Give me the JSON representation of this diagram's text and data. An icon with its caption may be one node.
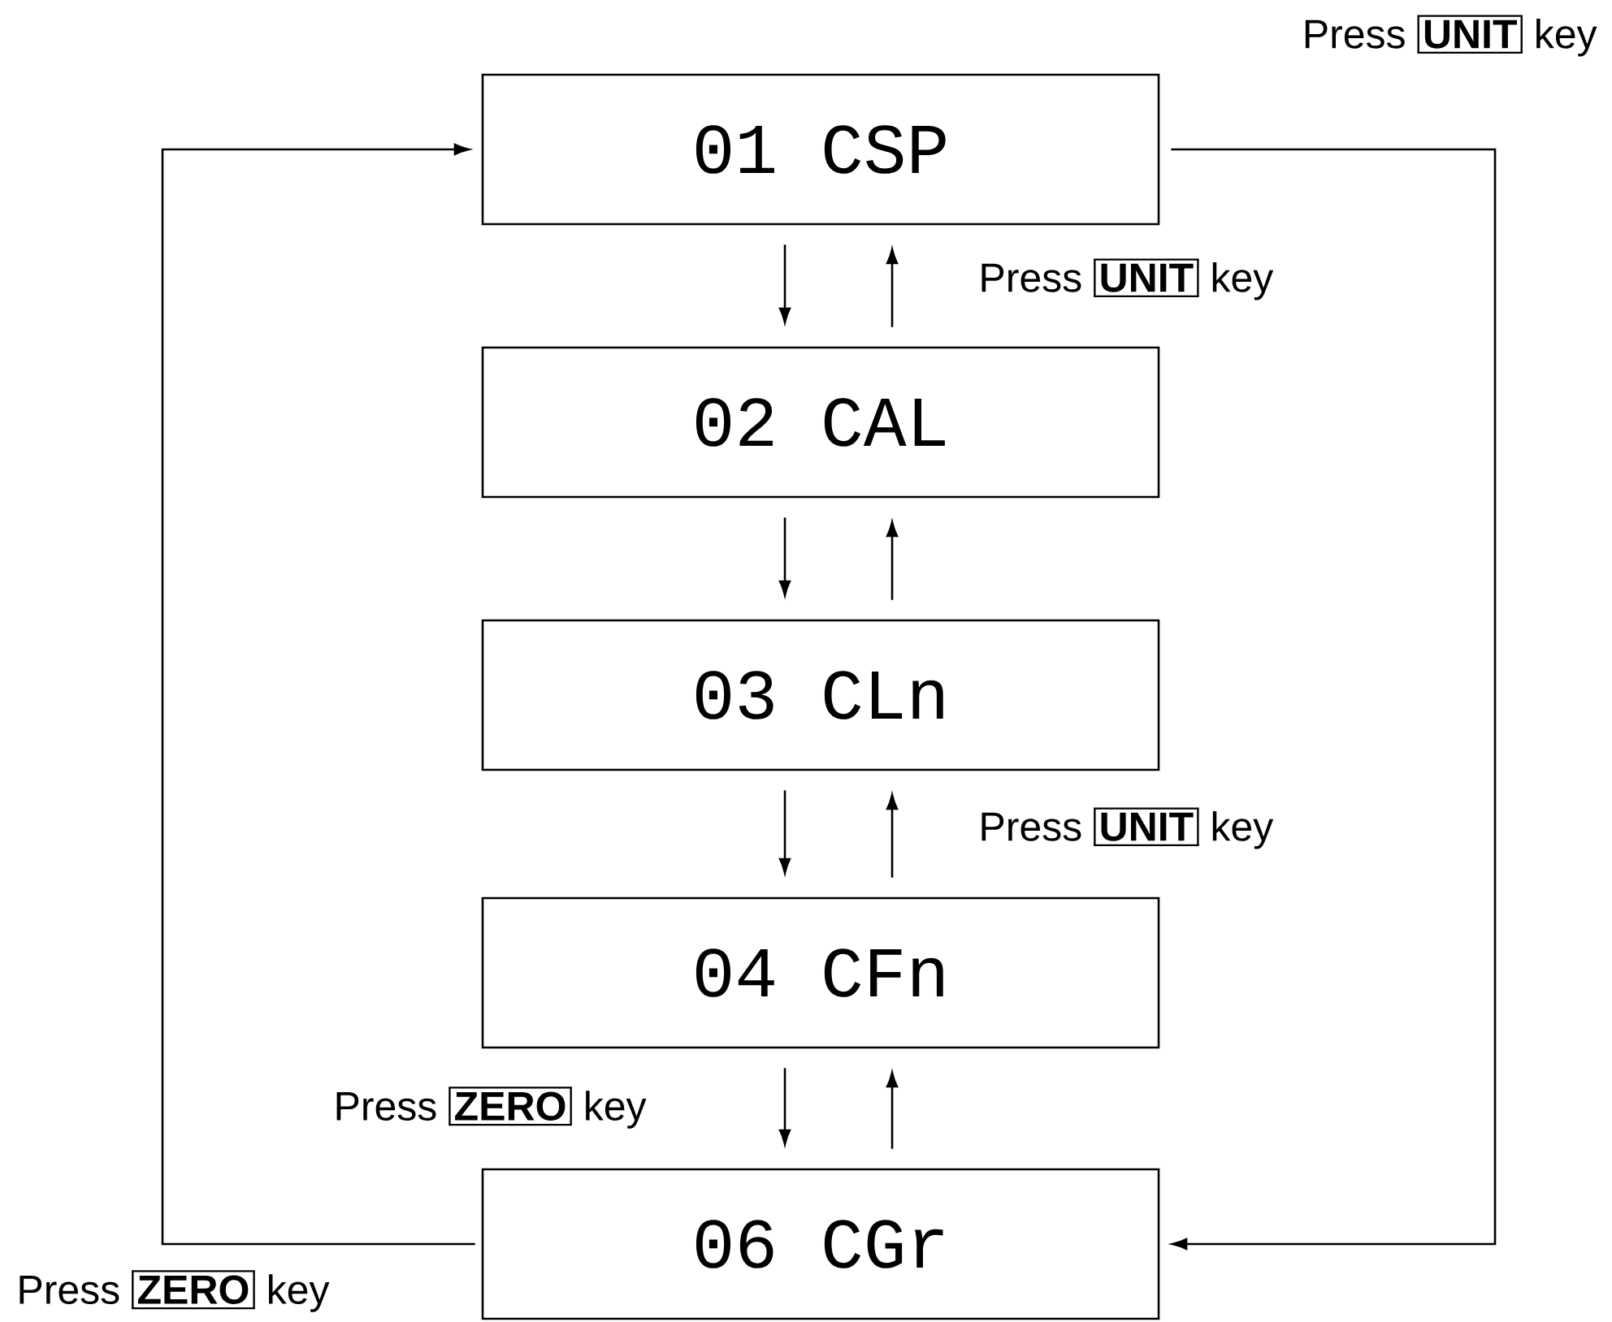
{
  "diagram": {
    "nodes": [
      {
        "text": [
          "01 CSP"
        ]
      },
      {
        "text": [
          "02 CAL"
        ]
      },
      {
        "text": [
          "03 CLn"
        ]
      },
      {
        "text": [
          "04 CFn"
        ]
      },
      {
        "text": [
          "06 CGr"
        ]
      }
    ],
    "edges": [
      {
        "from": 0,
        "to": 1,
        "arrow": "to"
      },
      {
        "from": 1,
        "to": 0,
        "arrow": "to",
        "label": "Press **UNIT** key"
      },
      {
        "from": 1,
        "to": 2,
        "arrow": "to"
      },
      {
        "from": 2,
        "to": 1,
        "arrow": "to"
      },
      {
        "from": 2,
        "to": 3,
        "arrow": "to"
      },
      {
        "from": 3,
        "to": 2,
        "arrow": "to",
        "label": "Press **UNIT** key"
      },
      {
        "from": 3,
        "to": 4,
        "arrow": "to",
        "label": "Press **ZERO** key"
      },
      {
        "from": 4,
        "to": 3,
        "arrow": "to"
      },
      {
        "from": 0,
        "to": 4,
        "arrow": "to",
        "label": "Press **UNIT** key"
      },
      {
        "from": 4,
        "to": 0,
        "arrow": "to",
        "label": "Press **ZERO** key"
      }
    ]
  }
}
